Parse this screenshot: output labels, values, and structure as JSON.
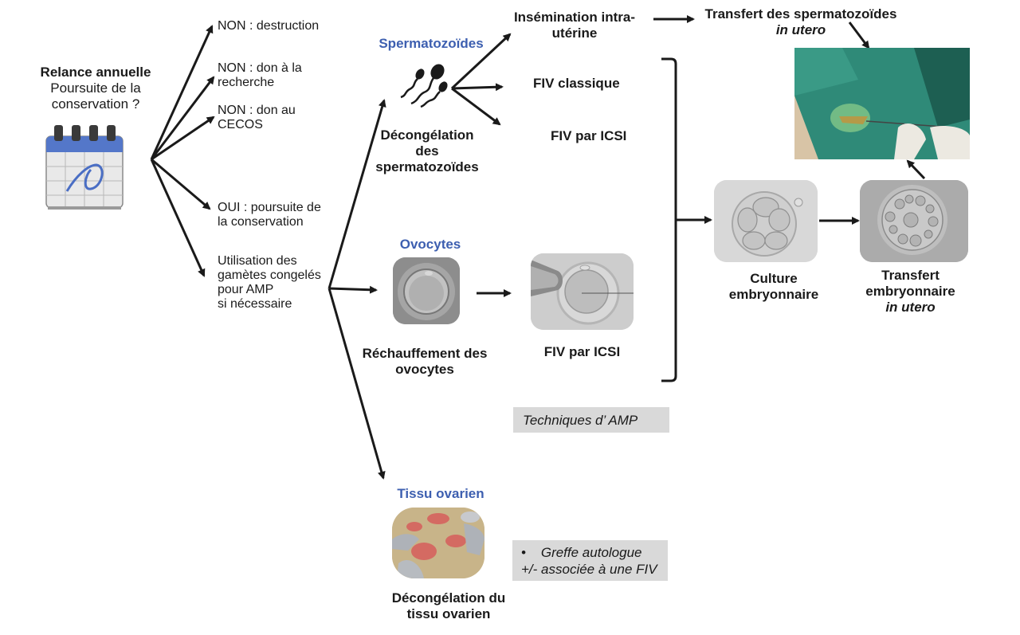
{
  "colors": {
    "accent_blue": "#3d5fb0",
    "arrow": "#1a1a1a",
    "note_box": "#d9d9d9"
  },
  "left": {
    "title": "Relance annuelle",
    "subtitle_line1": "Poursuite de la",
    "subtitle_line2": "conservation ?",
    "icon": "calendar-icon"
  },
  "options": [
    {
      "line1": "NON : destruction",
      "line2": ""
    },
    {
      "line1": "NON : don à la",
      "line2": "recherche"
    },
    {
      "line1": "NON : don au",
      "line2": "CECOS"
    },
    {
      "line1": "OUI : poursuite de",
      "line2": "la conservation"
    },
    {
      "line1": "Utilisation des",
      "line2": "gamètes congelés",
      "line3": "pour AMP",
      "line4": "si nécessaire"
    }
  ],
  "sperm": {
    "heading": "Spermatozoïdes",
    "icon": "sperm-icon",
    "caption_line1": "Décongélation",
    "caption_line2": "des",
    "caption_line3": "spermatozoïdes",
    "techniques": [
      {
        "line1": "Insémination intra-",
        "line2": "utérine"
      },
      {
        "line1": "FIV classique"
      },
      {
        "line1": "FIV par ICSI"
      }
    ],
    "transfer_line1": "Transfert des spermatozoïdes",
    "transfer_line2": "in utero"
  },
  "oocytes": {
    "heading": "Ovocytes",
    "caption_line1": "Réchauffement des",
    "caption_line2": "ovocytes",
    "icsi_label": "FIV par ICSI"
  },
  "embryo": {
    "culture_line1": "Culture",
    "culture_line2": "embryonnaire",
    "transfer_line1": "Transfert",
    "transfer_line2": "embryonnaire",
    "transfer_line3": "in utero"
  },
  "note_amp": "Techniques d’ AMP",
  "tissue": {
    "heading": "Tissu ovarien",
    "caption_line1": "Décongélation du",
    "caption_line2": "tissu ovarien",
    "note_line1": "•    Greffe autologue",
    "note_line2": "+/- associée à une FIV"
  }
}
